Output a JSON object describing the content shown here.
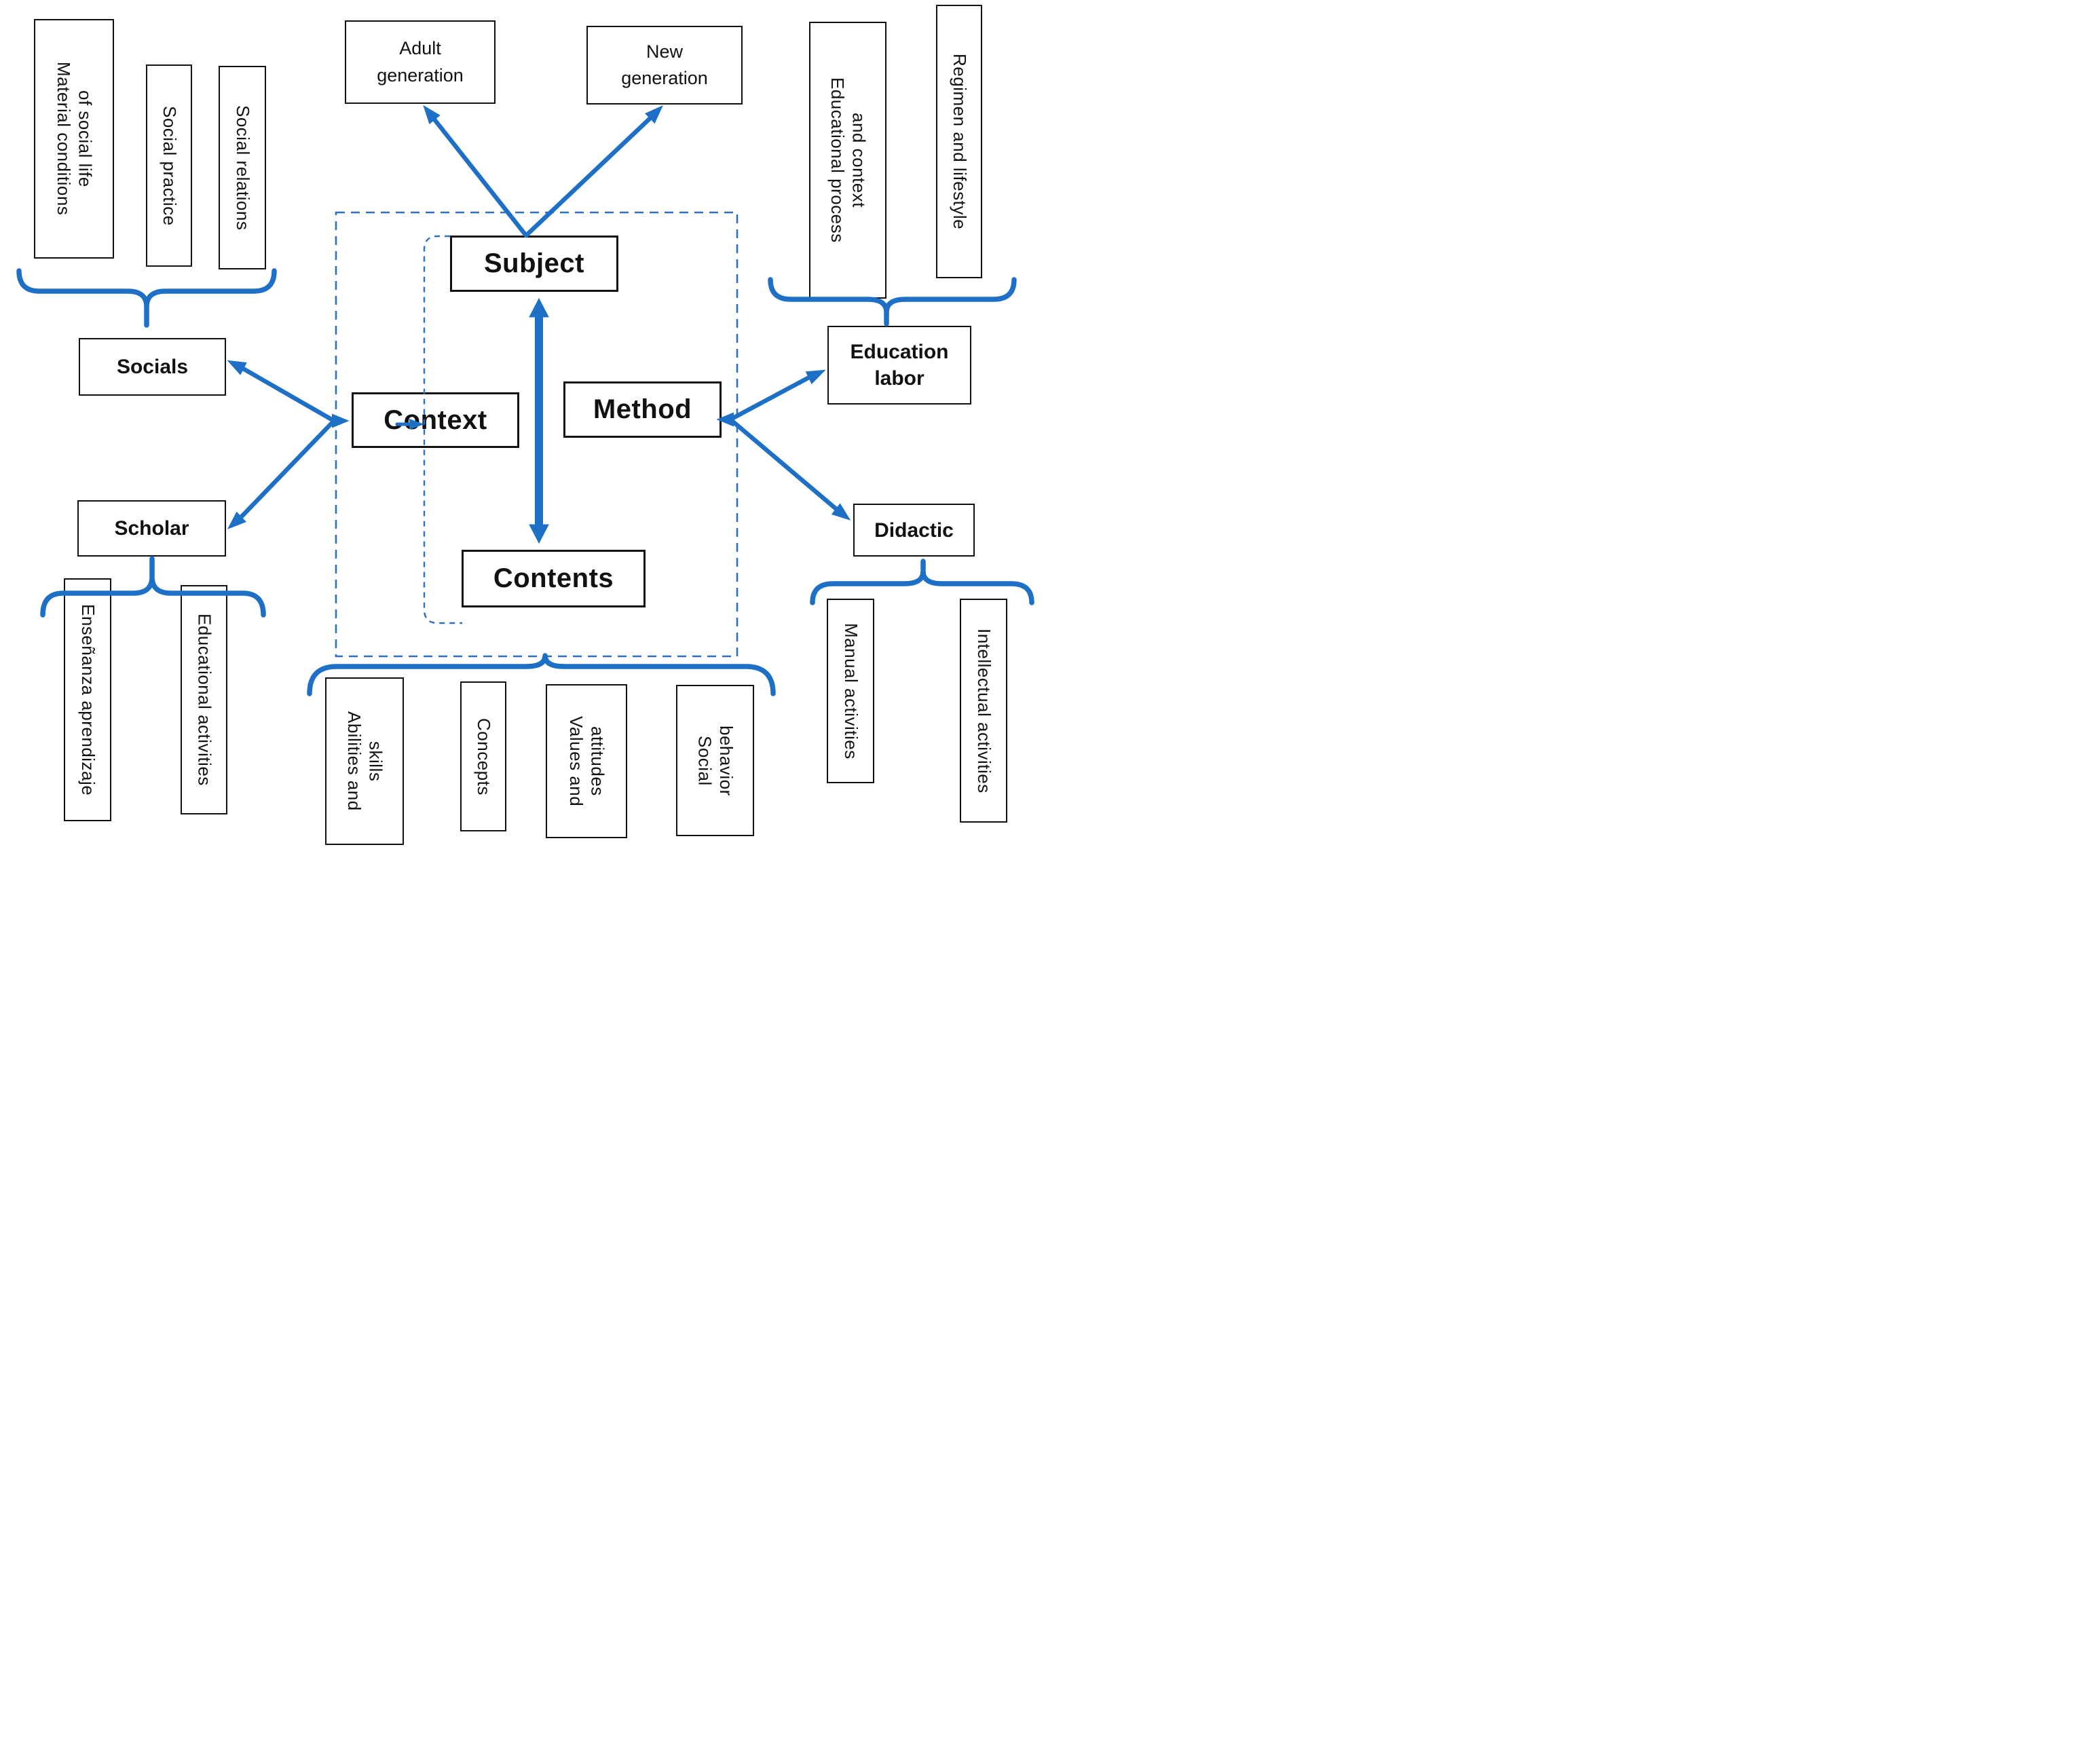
{
  "diagram": {
    "top_boxes": {
      "adult": "Adult\ngeneration",
      "new_gen": "New\ngeneration"
    },
    "core": {
      "subject": "Subject",
      "context": "Context",
      "method": "Method",
      "contents": "Contents"
    },
    "left": {
      "social_factors": [
        "Material conditions\nof social life",
        "Social practice",
        "Social relations"
      ],
      "socials": "Socials",
      "scholar": "Scholar",
      "scholar_items": [
        "Enseñanza aprendizaje",
        "Educational activities"
      ]
    },
    "right": {
      "labor_factors": [
        "Educational process\nand context",
        "Regimen and lifestyle"
      ],
      "education_labor": "Education\nlabor",
      "didactic": "Didactic",
      "didactic_items": [
        "Manual activities",
        "Intellectual activities"
      ]
    },
    "contents_items": [
      "Abilities and\nskills",
      "Concepts",
      "Values and\nattitudes",
      "Social\nbehavior"
    ],
    "colors": {
      "arrow_blue": "#1d70c6",
      "dashed_blue": "#2e6fbe",
      "border_black": "#111111"
    }
  }
}
